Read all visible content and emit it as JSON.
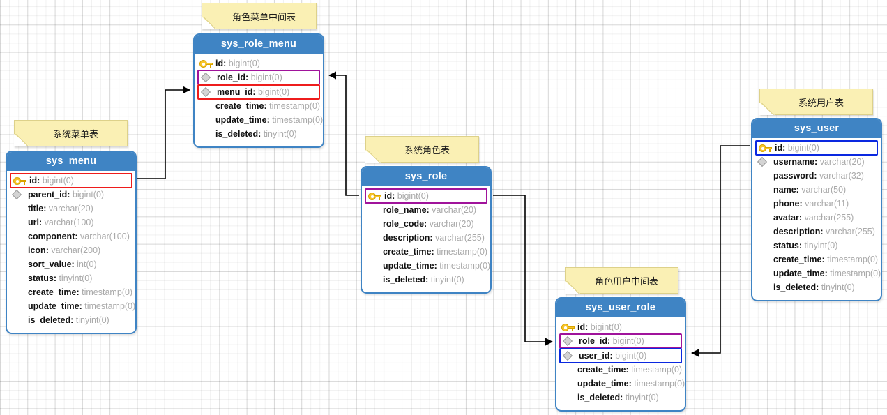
{
  "diagram": {
    "title": "Database ER Diagram",
    "background": "#ffffff",
    "grid_color": "#e3e3e3",
    "header_color": "#3f84c4",
    "note_color": "#faf0b4",
    "link_color": "#000000",
    "highlight_colors": {
      "red": "#ee1c1c",
      "purple": "#a0139b",
      "blue": "#0a28e0"
    }
  },
  "notes": [
    {
      "id": "note-role-menu",
      "text": "角色菜单中间表"
    },
    {
      "id": "note-user",
      "text": "系统用户表"
    },
    {
      "id": "note-menu",
      "text": "系统菜单表"
    },
    {
      "id": "note-role",
      "text": "系统角色表"
    },
    {
      "id": "note-user-role",
      "text": "角色用户中间表"
    }
  ],
  "tables": [
    {
      "id": "sys_role_menu",
      "name": "sys_role_menu",
      "fields": [
        {
          "name": "id",
          "type": "bigint(0)",
          "icon": "key-icon",
          "highlight": ""
        },
        {
          "name": "role_id",
          "type": "bigint(0)",
          "icon": "diamond-icon",
          "highlight": "purple"
        },
        {
          "name": "menu_id",
          "type": "bigint(0)",
          "icon": "diamond-icon",
          "highlight": "red"
        },
        {
          "name": "create_time",
          "type": "timestamp(0)",
          "icon": "",
          "highlight": ""
        },
        {
          "name": "update_time",
          "type": "timestamp(0)",
          "icon": "",
          "highlight": ""
        },
        {
          "name": "is_deleted",
          "type": "tinyint(0)",
          "icon": "",
          "highlight": ""
        }
      ]
    },
    {
      "id": "sys_menu",
      "name": "sys_menu",
      "fields": [
        {
          "name": "id",
          "type": "bigint(0)",
          "icon": "key-icon",
          "highlight": "red"
        },
        {
          "name": "parent_id",
          "type": "bigint(0)",
          "icon": "diamond-icon",
          "highlight": ""
        },
        {
          "name": "title",
          "type": "varchar(20)",
          "icon": "",
          "highlight": ""
        },
        {
          "name": "url",
          "type": "varchar(100)",
          "icon": "",
          "highlight": ""
        },
        {
          "name": "component",
          "type": "varchar(100)",
          "icon": "",
          "highlight": ""
        },
        {
          "name": "icon",
          "type": "varchar(200)",
          "icon": "",
          "highlight": ""
        },
        {
          "name": "sort_value",
          "type": "int(0)",
          "icon": "",
          "highlight": ""
        },
        {
          "name": "status",
          "type": "tinyint(0)",
          "icon": "",
          "highlight": ""
        },
        {
          "name": "create_time",
          "type": "timestamp(0)",
          "icon": "",
          "highlight": ""
        },
        {
          "name": "update_time",
          "type": "timestamp(0)",
          "icon": "",
          "highlight": ""
        },
        {
          "name": "is_deleted",
          "type": "tinyint(0)",
          "icon": "",
          "highlight": ""
        }
      ]
    },
    {
      "id": "sys_role",
      "name": "sys_role",
      "fields": [
        {
          "name": "id",
          "type": "bigint(0)",
          "icon": "key-icon",
          "highlight": "purple"
        },
        {
          "name": "role_name",
          "type": "varchar(20)",
          "icon": "",
          "highlight": ""
        },
        {
          "name": "role_code",
          "type": "varchar(20)",
          "icon": "",
          "highlight": ""
        },
        {
          "name": "description",
          "type": "varchar(255)",
          "icon": "",
          "highlight": ""
        },
        {
          "name": "create_time",
          "type": "timestamp(0)",
          "icon": "",
          "highlight": ""
        },
        {
          "name": "update_time",
          "type": "timestamp(0)",
          "icon": "",
          "highlight": ""
        },
        {
          "name": "is_deleted",
          "type": "tinyint(0)",
          "icon": "",
          "highlight": ""
        }
      ]
    },
    {
      "id": "sys_user",
      "name": "sys_user",
      "fields": [
        {
          "name": "id",
          "type": "bigint(0)",
          "icon": "key-icon",
          "highlight": "blue"
        },
        {
          "name": "username",
          "type": "varchar(20)",
          "icon": "diamond-icon",
          "highlight": ""
        },
        {
          "name": "password",
          "type": "varchar(32)",
          "icon": "",
          "highlight": ""
        },
        {
          "name": "name",
          "type": "varchar(50)",
          "icon": "",
          "highlight": ""
        },
        {
          "name": "phone",
          "type": "varchar(11)",
          "icon": "",
          "highlight": ""
        },
        {
          "name": "avatar",
          "type": "varchar(255)",
          "icon": "",
          "highlight": ""
        },
        {
          "name": "description",
          "type": "varchar(255)",
          "icon": "",
          "highlight": ""
        },
        {
          "name": "status",
          "type": "tinyint(0)",
          "icon": "",
          "highlight": ""
        },
        {
          "name": "create_time",
          "type": "timestamp(0)",
          "icon": "",
          "highlight": ""
        },
        {
          "name": "update_time",
          "type": "timestamp(0)",
          "icon": "",
          "highlight": ""
        },
        {
          "name": "is_deleted",
          "type": "tinyint(0)",
          "icon": "",
          "highlight": ""
        }
      ]
    },
    {
      "id": "sys_user_role",
      "name": "sys_user_role",
      "fields": [
        {
          "name": "id",
          "type": "bigint(0)",
          "icon": "key-icon",
          "highlight": ""
        },
        {
          "name": "role_id",
          "type": "bigint(0)",
          "icon": "diamond-icon",
          "highlight": "purple"
        },
        {
          "name": "user_id",
          "type": "bigint(0)",
          "icon": "diamond-icon",
          "highlight": "blue"
        },
        {
          "name": "create_time",
          "type": "timestamp(0)",
          "icon": "",
          "highlight": ""
        },
        {
          "name": "update_time",
          "type": "timestamp(0)",
          "icon": "",
          "highlight": ""
        },
        {
          "name": "is_deleted",
          "type": "tinyint(0)",
          "icon": "",
          "highlight": ""
        }
      ]
    }
  ],
  "relations": [
    {
      "id": "menu-to-role-menu",
      "from": "sys_menu.id",
      "to": "sys_role_menu.menu_id"
    },
    {
      "id": "role-to-role-menu",
      "from": "sys_role.id",
      "to": "sys_role_menu.role_id"
    },
    {
      "id": "role-to-user-role",
      "from": "sys_role.id",
      "to": "sys_user_role.role_id"
    },
    {
      "id": "user-to-user-role",
      "from": "sys_user.id",
      "to": "sys_user_role.user_id"
    }
  ]
}
